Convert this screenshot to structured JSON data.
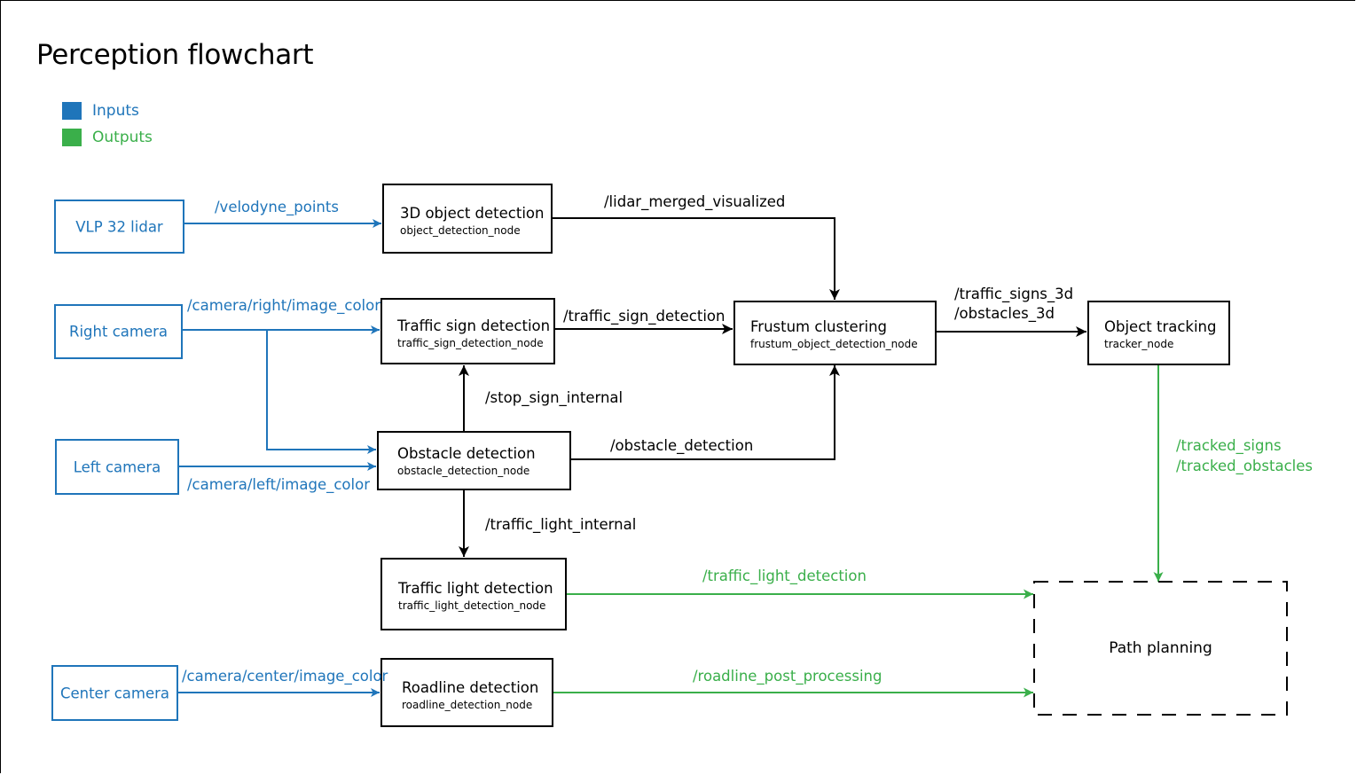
{
  "title": "Perception flowchart",
  "legend": [
    {
      "label": "Inputs",
      "color": "#1f75ba"
    },
    {
      "label": "Outputs",
      "color": "#3aaf4a"
    }
  ],
  "colors": {
    "input": "#1f75ba",
    "output": "#3aaf4a",
    "internal": "#000000"
  },
  "inputs": {
    "lidar": "VLP 32 lidar",
    "right_camera": "Right camera",
    "left_camera": "Left camera",
    "center_camera": "Center camera"
  },
  "nodes": {
    "object_detection": {
      "title": "3D object detection",
      "node": "object_detection_node"
    },
    "traffic_sign": {
      "title": "Traffic sign detection",
      "node": "traffic_sign_detection_node"
    },
    "obstacle": {
      "title": "Obstacle detection",
      "node": "obstacle_detection_node"
    },
    "traffic_light": {
      "title": "Traffic light detection",
      "node": "traffic_light_detection_node"
    },
    "roadline": {
      "title": "Roadline detection",
      "node": "roadline_detection_node"
    },
    "frustum": {
      "title": "Frustum clustering",
      "node": "frustum_object_detection_node"
    },
    "tracking": {
      "title": "Object tracking",
      "node": "tracker_node"
    },
    "path_planning": {
      "title": "Path planning"
    }
  },
  "topics": {
    "velodyne_points": "/velodyne_points",
    "camera_right": "/camera/right/image_color",
    "camera_left": "/camera/left/image_color",
    "camera_center": "/camera/center/image_color",
    "lidar_merged": "/lidar_merged_visualized",
    "traffic_sign_detection": "/traffic_sign_detection",
    "stop_sign_internal": "/stop_sign_internal",
    "obstacle_detection": "/obstacle_detection",
    "traffic_light_internal": "/traffic_light_internal",
    "traffic_signs_3d": "/traffic_signs_3d",
    "obstacles_3d": "/obstacles_3d",
    "tracked_signs": "/tracked_signs",
    "tracked_obstacles": "/tracked_obstacles",
    "traffic_light_detection": "/traffic_light_detection",
    "roadline_post_processing": "/roadline_post_processing"
  }
}
